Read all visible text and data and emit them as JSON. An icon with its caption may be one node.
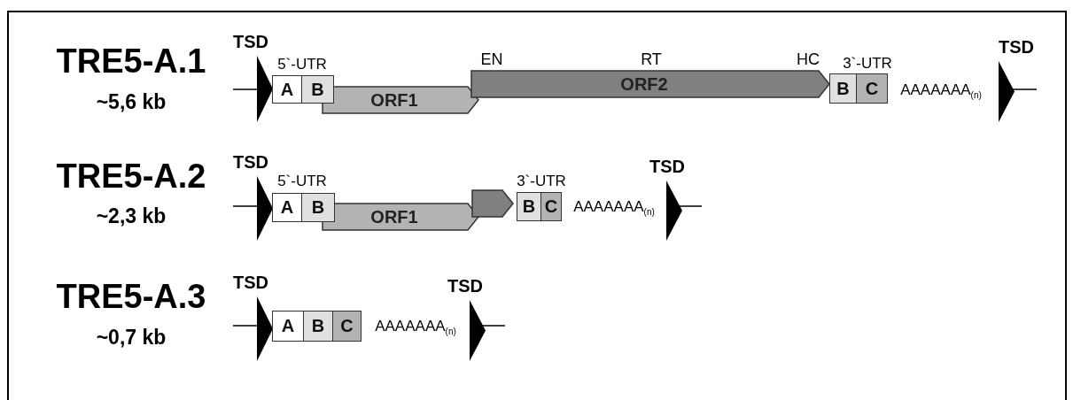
{
  "diagram": {
    "nodes": [
      {
        "text": [
          "TSD"
        ]
      },
      {
        "text": [
          "A"
        ]
      },
      {
        "text": [
          "B"
        ]
      },
      {
        "text": [
          "ORF1"
        ]
      },
      {
        "text": [
          "ORF2"
        ],
        "beside": [
          "EN",
          "RT",
          "HC"
        ]
      },
      {
        "text": [
          "B"
        ]
      },
      {
        "text": [
          "C"
        ]
      },
      {
        "text": [
          "TSD"
        ]
      },
      {
        "text": [
          "TSD"
        ]
      },
      {
        "text": [
          "A"
        ]
      },
      {
        "text": [
          "B"
        ]
      },
      {
        "text": [
          "ORF1"
        ]
      },
      {
        "text": [],
        "shape": "arrow"
      },
      {
        "text": [
          "B"
        ]
      },
      {
        "text": [
          "C"
        ]
      },
      {
        "text": [
          "TSD"
        ]
      },
      {
        "text": [
          "TSD"
        ]
      },
      {
        "text": [
          "A"
        ]
      },
      {
        "text": [
          "B"
        ]
      },
      {
        "text": [
          "C"
        ]
      },
      {
        "text": [
          "TSD"
        ]
      }
    ],
    "edges": [],
    "labels": [
      "TRE5-A.1",
      "~5,6 kb",
      "5`-UTR",
      "3`-UTR",
      "AAAAAAA$_{(n)}$",
      "TRE5-A.2",
      "~2,3 kb",
      "5`-UTR",
      "3`-UTR",
      "AAAAAAA$_{(n)}$",
      "TRE5-A.3",
      "~0,7 kb",
      "AAAAAAA$_{(n)}$"
    ]
  }
}
